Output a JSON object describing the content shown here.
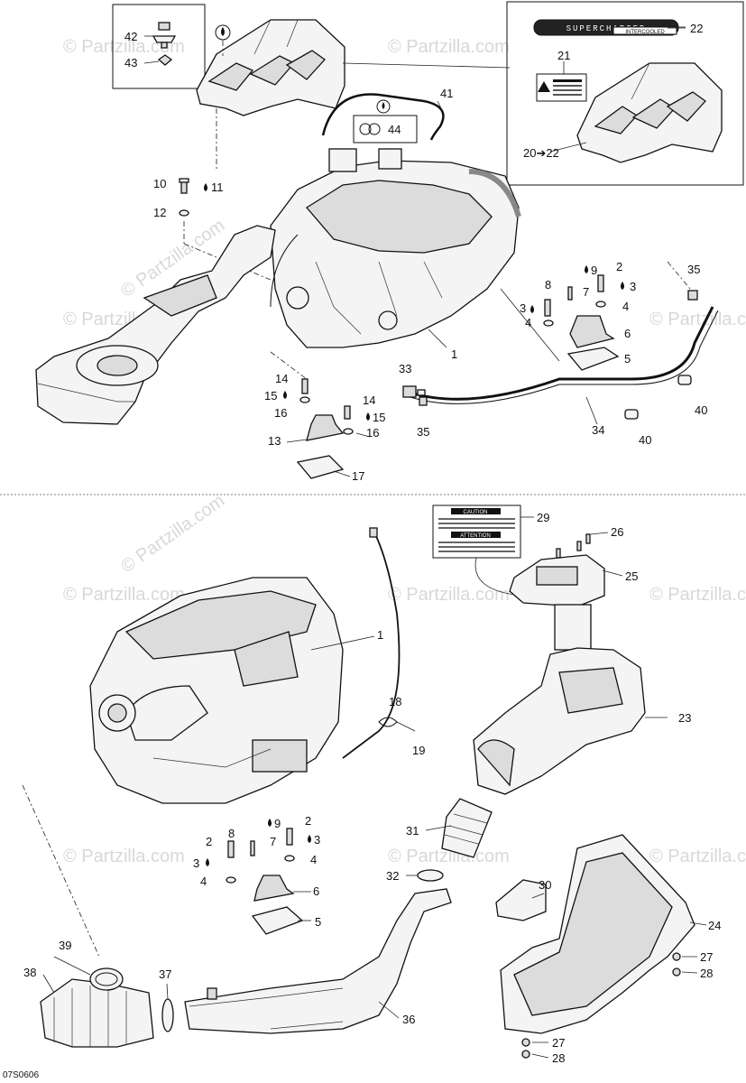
{
  "watermark": "© Partzilla.com",
  "diagram_code": "07S0606",
  "decals": {
    "supercharger_line1": "SUPERCHARGED",
    "supercharger_line2": "INTERCOOLED",
    "caution_title": "CAUTION",
    "attention_title": "ATTENTION"
  },
  "callouts": [
    {
      "id": "c42",
      "text": "42"
    },
    {
      "id": "c43",
      "text": "43"
    },
    {
      "id": "c22a",
      "text": "22"
    },
    {
      "id": "c21",
      "text": "21"
    },
    {
      "id": "c20",
      "text": "20➔22"
    },
    {
      "id": "c41",
      "text": "41"
    },
    {
      "id": "c44",
      "text": "44"
    },
    {
      "id": "c10",
      "text": "10"
    },
    {
      "id": "c11",
      "text": "11"
    },
    {
      "id": "c12",
      "text": "12"
    },
    {
      "id": "c1a",
      "text": "1"
    },
    {
      "id": "c35a",
      "text": "35"
    },
    {
      "id": "c2a",
      "text": "2"
    },
    {
      "id": "c9a",
      "text": "9"
    },
    {
      "id": "c8a",
      "text": "8"
    },
    {
      "id": "c7a",
      "text": "7"
    },
    {
      "id": "c3a",
      "text": "3"
    },
    {
      "id": "c4a",
      "text": "4"
    },
    {
      "id": "c6a",
      "text": "6"
    },
    {
      "id": "c5a",
      "text": "5"
    },
    {
      "id": "c3b",
      "text": "3"
    },
    {
      "id": "c4b",
      "text": "4"
    },
    {
      "id": "c33",
      "text": "33"
    },
    {
      "id": "c35b",
      "text": "35"
    },
    {
      "id": "c14a",
      "text": "14"
    },
    {
      "id": "c15a",
      "text": "15"
    },
    {
      "id": "c16a",
      "text": "16"
    },
    {
      "id": "c14b",
      "text": "14"
    },
    {
      "id": "c15b",
      "text": "15"
    },
    {
      "id": "c16b",
      "text": "16"
    },
    {
      "id": "c13",
      "text": "13"
    },
    {
      "id": "c17",
      "text": "17"
    },
    {
      "id": "c34",
      "text": "34"
    },
    {
      "id": "c40a",
      "text": "40"
    },
    {
      "id": "c40b",
      "text": "40"
    },
    {
      "id": "c29",
      "text": "29"
    },
    {
      "id": "c26",
      "text": "26"
    },
    {
      "id": "c25",
      "text": "25"
    },
    {
      "id": "c1b",
      "text": "1"
    },
    {
      "id": "c18",
      "text": "18"
    },
    {
      "id": "c19",
      "text": "19"
    },
    {
      "id": "c23",
      "text": "23"
    },
    {
      "id": "c31",
      "text": "31"
    },
    {
      "id": "c32",
      "text": "32"
    },
    {
      "id": "c30",
      "text": "30"
    },
    {
      "id": "c24",
      "text": "24"
    },
    {
      "id": "c27a",
      "text": "27"
    },
    {
      "id": "c28a",
      "text": "28"
    },
    {
      "id": "c27b",
      "text": "27"
    },
    {
      "id": "c28b",
      "text": "28"
    },
    {
      "id": "c2b",
      "text": "2"
    },
    {
      "id": "c8b",
      "text": "8"
    },
    {
      "id": "c9b",
      "text": "9"
    },
    {
      "id": "c2c",
      "text": "2"
    },
    {
      "id": "c3c",
      "text": "3"
    },
    {
      "id": "c7b",
      "text": "7"
    },
    {
      "id": "c3d",
      "text": "3"
    },
    {
      "id": "c4c",
      "text": "4"
    },
    {
      "id": "c4d",
      "text": "4"
    },
    {
      "id": "c6b",
      "text": "6"
    },
    {
      "id": "c5b",
      "text": "5"
    },
    {
      "id": "c39",
      "text": "39"
    },
    {
      "id": "c38",
      "text": "38"
    },
    {
      "id": "c37",
      "text": "37"
    },
    {
      "id": "c36",
      "text": "36"
    }
  ]
}
